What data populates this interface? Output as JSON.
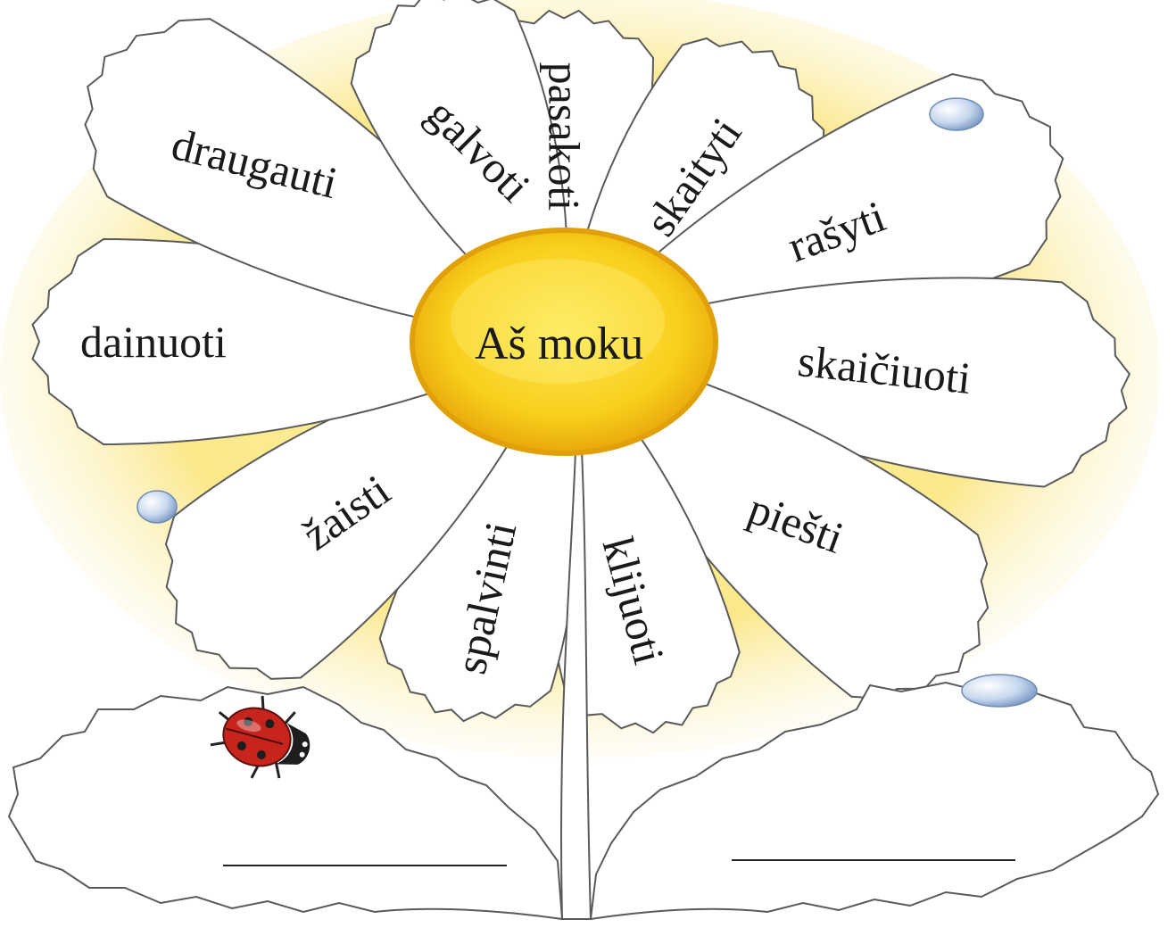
{
  "center": {
    "label": "Aš moku"
  },
  "petals": [
    "pasakoti",
    "skaityti",
    "rašyti",
    "skaičiuoti",
    "piešti",
    "klijuoti",
    "spalvinti",
    "žaisti",
    "dainuoti",
    "draugauti",
    "galvoti"
  ],
  "leaves": {
    "left_blank": "",
    "right_blank": ""
  },
  "colors": {
    "glow": "#fbe88a",
    "center": "#f6c81a",
    "center_rim": "#e8a90c",
    "petal": "#ffffff",
    "outline": "#5a5a5a",
    "ladybug": "#c8241e",
    "drop": "#b9cde6"
  }
}
